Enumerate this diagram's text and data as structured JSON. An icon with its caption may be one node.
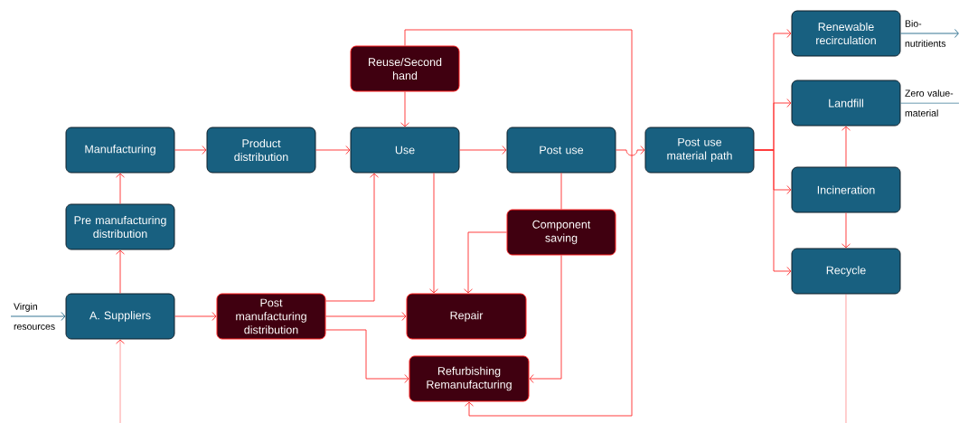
{
  "diagram": {
    "nodes": [
      {
        "text": [
          "Manufacturing"
        ]
      },
      {
        "text": [
          "Product distribution"
        ]
      },
      {
        "text": [
          "Reuse/Second hand"
        ]
      },
      {
        "text": [
          "Use"
        ]
      },
      {
        "text": [
          "Post use"
        ]
      },
      {
        "text": [
          "Post use material path"
        ]
      },
      {
        "text": [
          "Renewable recirculation"
        ]
      },
      {
        "text": [
          "Landfill"
        ]
      },
      {
        "text": [
          "Pre manufacturing distribution"
        ]
      },
      {
        "text": [
          "Incineration"
        ]
      },
      {
        "text": [
          "Component saving"
        ]
      },
      {
        "text": [
          "Recycle"
        ]
      },
      {
        "text": [
          "A. Suppliers"
        ]
      },
      {
        "text": [
          "Post manufacturing distribution"
        ]
      },
      {
        "text": [
          "Repair"
        ]
      },
      {
        "text": [
          "Refurbishing Remanufacturing"
        ]
      }
    ],
    "edges": [
      {
        "from": 12,
        "to": 8,
        "arrow": "to"
      },
      {
        "from": 8,
        "to": 0,
        "arrow": "to"
      },
      {
        "from": 0,
        "to": 1,
        "arrow": "to"
      },
      {
        "from": 1,
        "to": 3,
        "arrow": "to"
      },
      {
        "from": 2,
        "to": 3,
        "arrow": "to"
      },
      {
        "from": 3,
        "to": 4,
        "arrow": "to"
      },
      {
        "from": 4,
        "to": 5,
        "arrow": "to"
      },
      {
        "from": 5,
        "to": 6,
        "arrow": "to"
      },
      {
        "from": 5,
        "to": 7,
        "arrow": "to"
      },
      {
        "from": 5,
        "to": 9,
        "arrow": "to"
      },
      {
        "from": 5,
        "to": 11,
        "arrow": "to"
      },
      {
        "from": 9,
        "to": 7,
        "arrow": "to"
      },
      {
        "from": 9,
        "to": 11,
        "arrow": "to"
      },
      {
        "from": 12,
        "to": 13,
        "arrow": "to"
      },
      {
        "from": 13,
        "to": 3,
        "arrow": "to"
      },
      {
        "from": 13,
        "to": 14,
        "arrow": "to"
      },
      {
        "from": 13,
        "to": 15,
        "arrow": "to"
      },
      {
        "from": 3,
        "to": 14,
        "arrow": "to"
      },
      {
        "from": 4,
        "to": 10,
        "arrow": "none"
      },
      {
        "from": 10,
        "to": 14,
        "arrow": "to"
      },
      {
        "from": 10,
        "to": 15,
        "arrow": "to"
      },
      {
        "from": 2,
        "to": 15,
        "arrow": "to"
      },
      {
        "from": null,
        "to": 12,
        "arrow": "to"
      },
      {
        "from": null,
        "to": 12,
        "arrow": "to",
        "label": "Virgin resources",
        "color": "#1f6688"
      },
      {
        "from": 6,
        "to": null,
        "arrow": "to",
        "label": "Bio-nutritients",
        "color": "#1f6688"
      },
      {
        "from": 7,
        "to": null,
        "arrow": "none",
        "label": "Zero value-material",
        "color": "#1f6688"
      },
      {
        "from": 11,
        "to": null,
        "arrow": "none"
      }
    ]
  }
}
